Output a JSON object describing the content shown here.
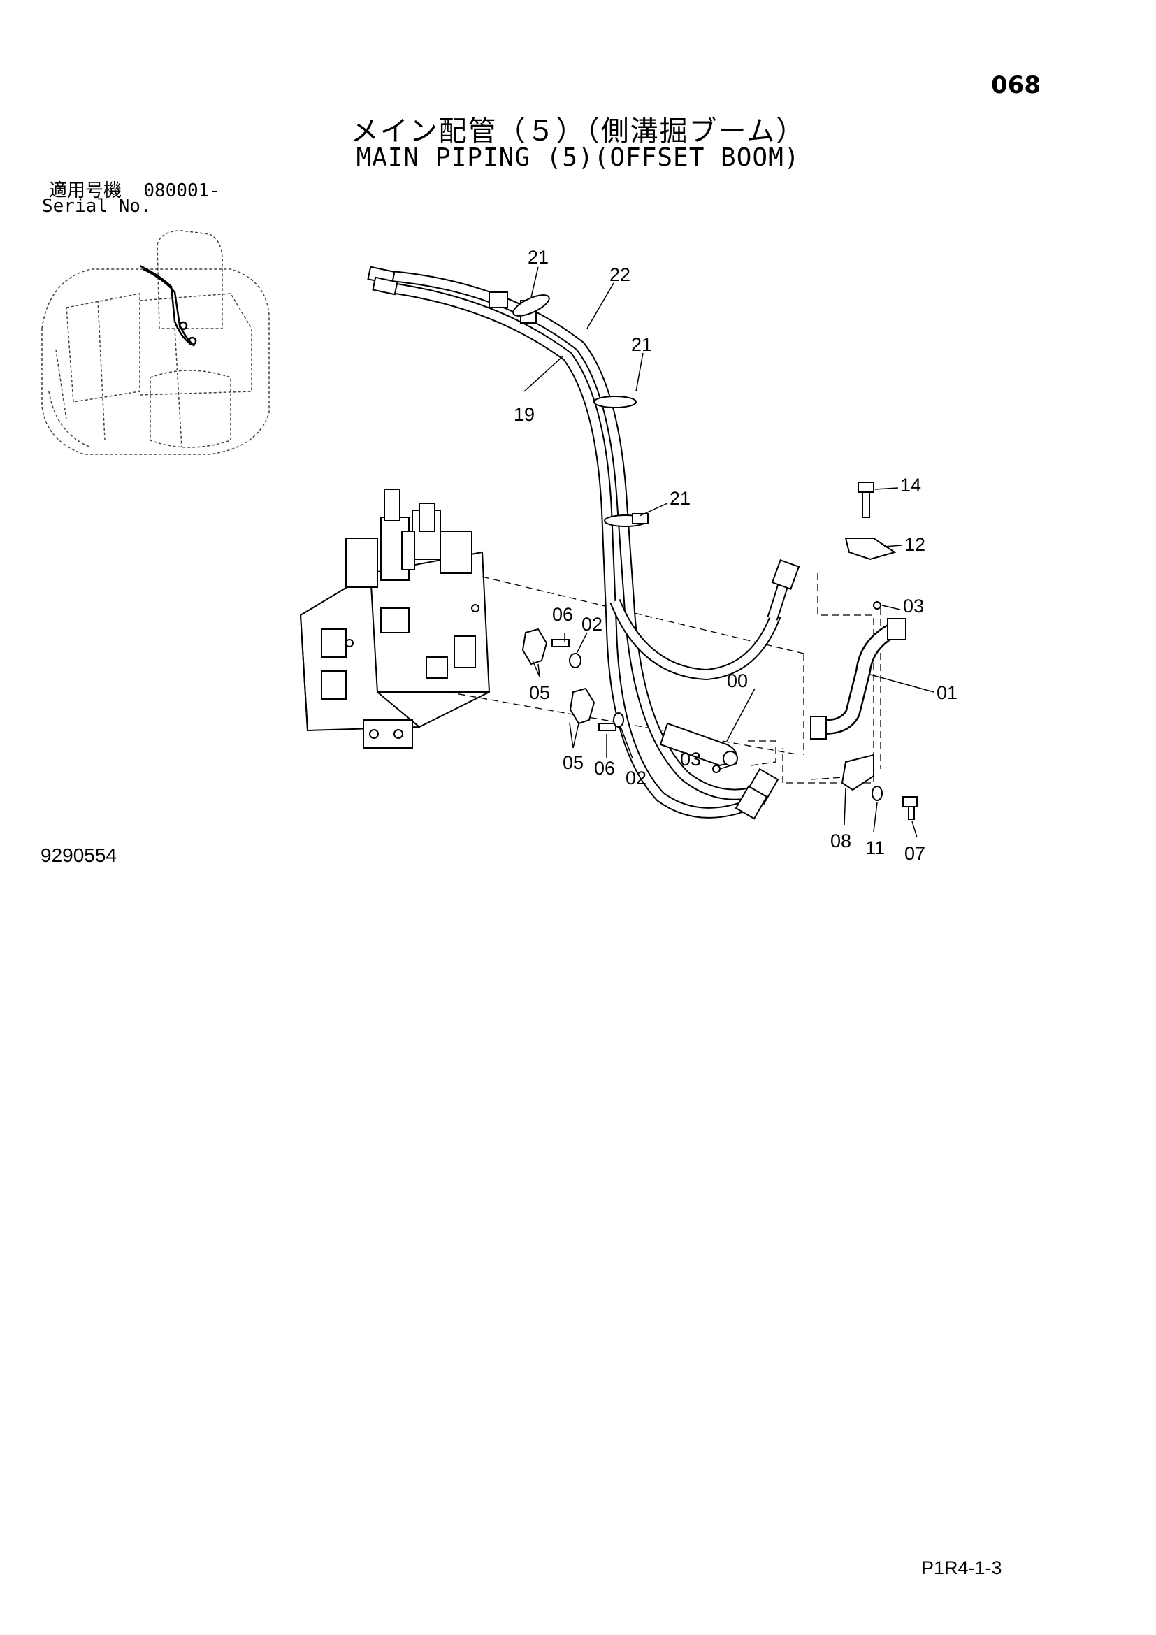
{
  "header": {
    "page_number": "068",
    "title_jp": "メイン配管（５）（側溝掘ブーム）",
    "title_en": "MAIN PIPING (5)(OFFSET BOOM)"
  },
  "serial": {
    "label_jp": "適用号機",
    "value": "080001-",
    "label_en": "Serial No."
  },
  "footer": {
    "drawing_number": "9290554",
    "page_code": "P1R4-1-3"
  },
  "callouts": [
    {
      "id": "c21a",
      "label": "21"
    },
    {
      "id": "c22",
      "label": "22"
    },
    {
      "id": "c21b",
      "label": "21"
    },
    {
      "id": "c19",
      "label": "19"
    },
    {
      "id": "c21c",
      "label": "21"
    },
    {
      "id": "c14",
      "label": "14"
    },
    {
      "id": "c12",
      "label": "12"
    },
    {
      "id": "c03a",
      "label": "03"
    },
    {
      "id": "c06a",
      "label": "06"
    },
    {
      "id": "c02a",
      "label": "02"
    },
    {
      "id": "c05a",
      "label": "05"
    },
    {
      "id": "c00",
      "label": "00"
    },
    {
      "id": "c01",
      "label": "01"
    },
    {
      "id": "c05b",
      "label": "05"
    },
    {
      "id": "c06b",
      "label": "06"
    },
    {
      "id": "c02b",
      "label": "02"
    },
    {
      "id": "c03b",
      "label": "03"
    },
    {
      "id": "c08",
      "label": "08"
    },
    {
      "id": "c11",
      "label": "11"
    },
    {
      "id": "c07",
      "label": "07"
    }
  ]
}
